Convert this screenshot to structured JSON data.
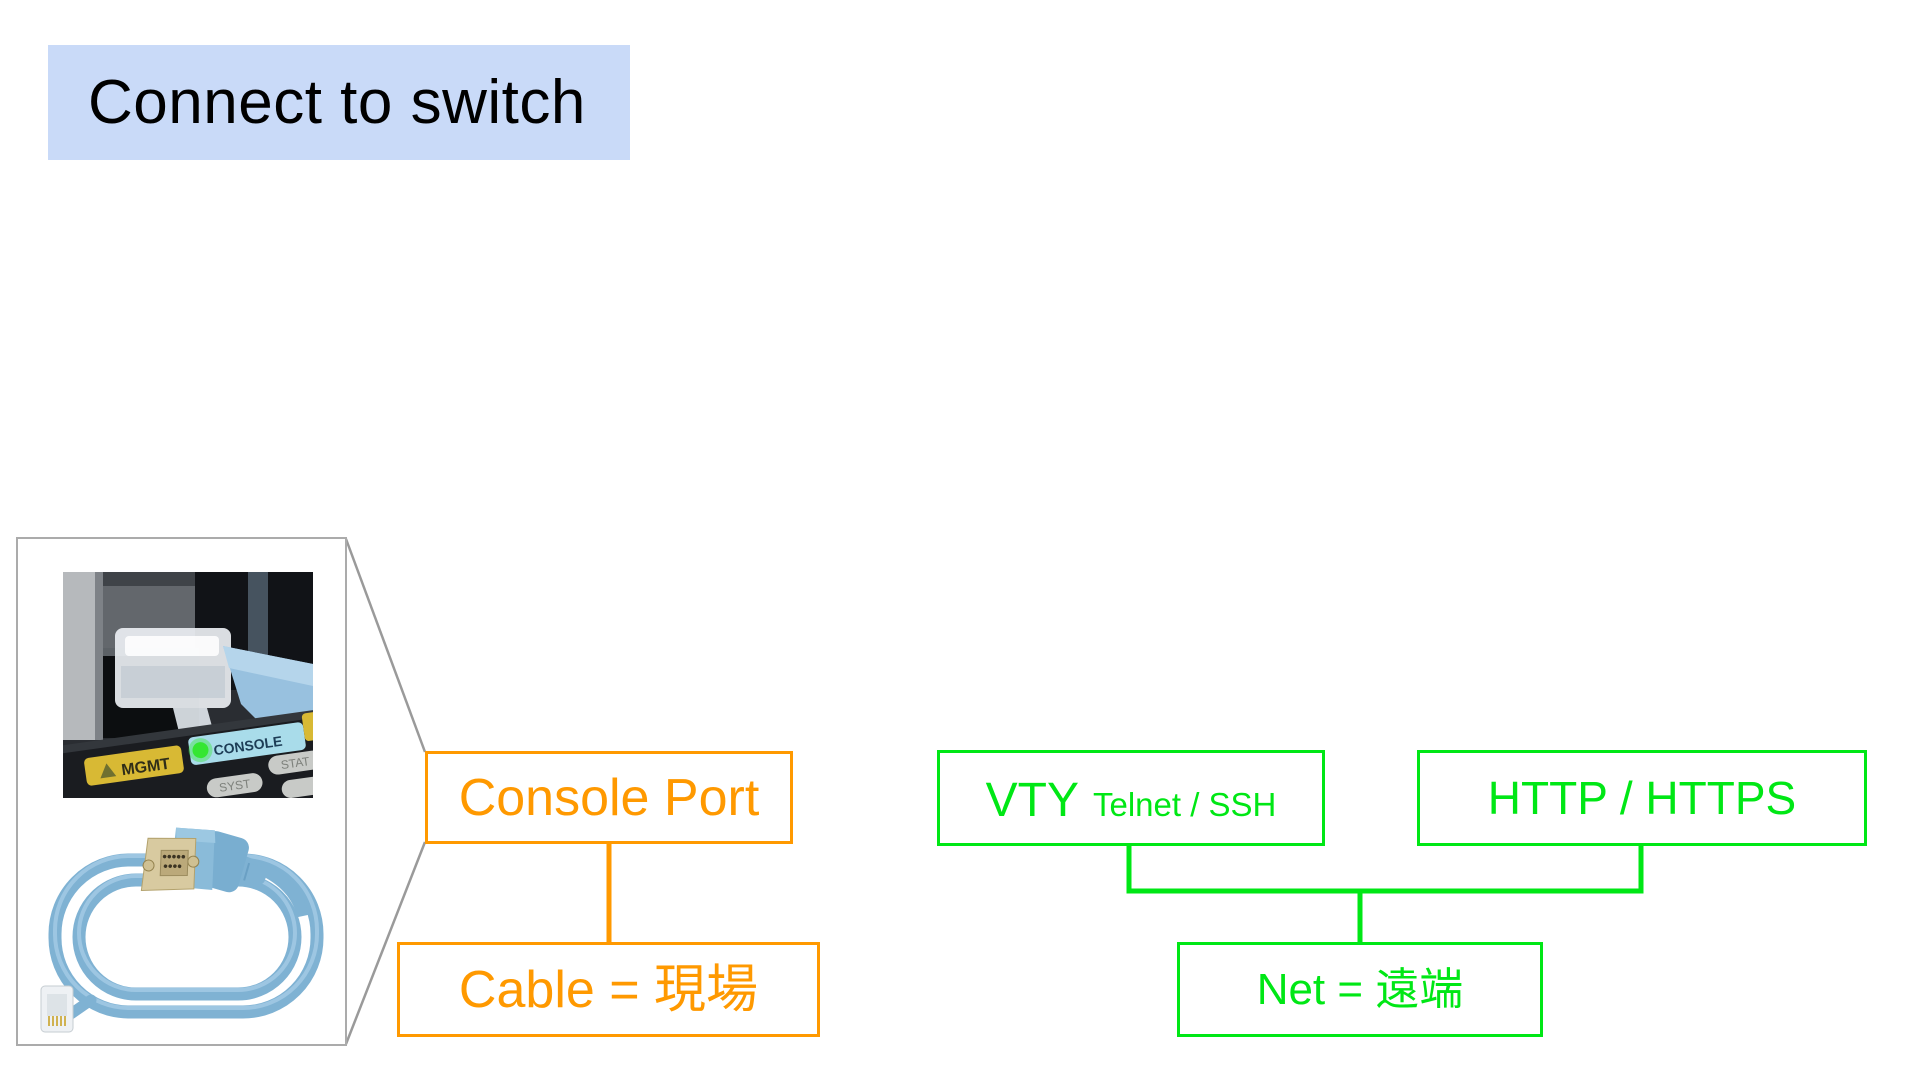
{
  "slide": {
    "title": "Connect to switch",
    "background": "#ffffff"
  },
  "colors": {
    "title_bg": "#c9daf8",
    "accent_orange": "#ff9900",
    "accent_green": "#00e715",
    "callout_gray": "#9a9a9a"
  },
  "photo": {
    "labels": {
      "mgmt": "MGMT",
      "console": "CONSOLE",
      "syst": "SYST",
      "stat": "STAT"
    }
  },
  "nodes": {
    "console_port": {
      "label": "Console Port"
    },
    "cable": {
      "label": "Cable = 現場"
    },
    "vty": {
      "label": "VTY",
      "sublabel": "Telnet / SSH"
    },
    "http": {
      "label": "HTTP / HTTPS"
    },
    "net": {
      "label": "Net = 遠端"
    }
  }
}
